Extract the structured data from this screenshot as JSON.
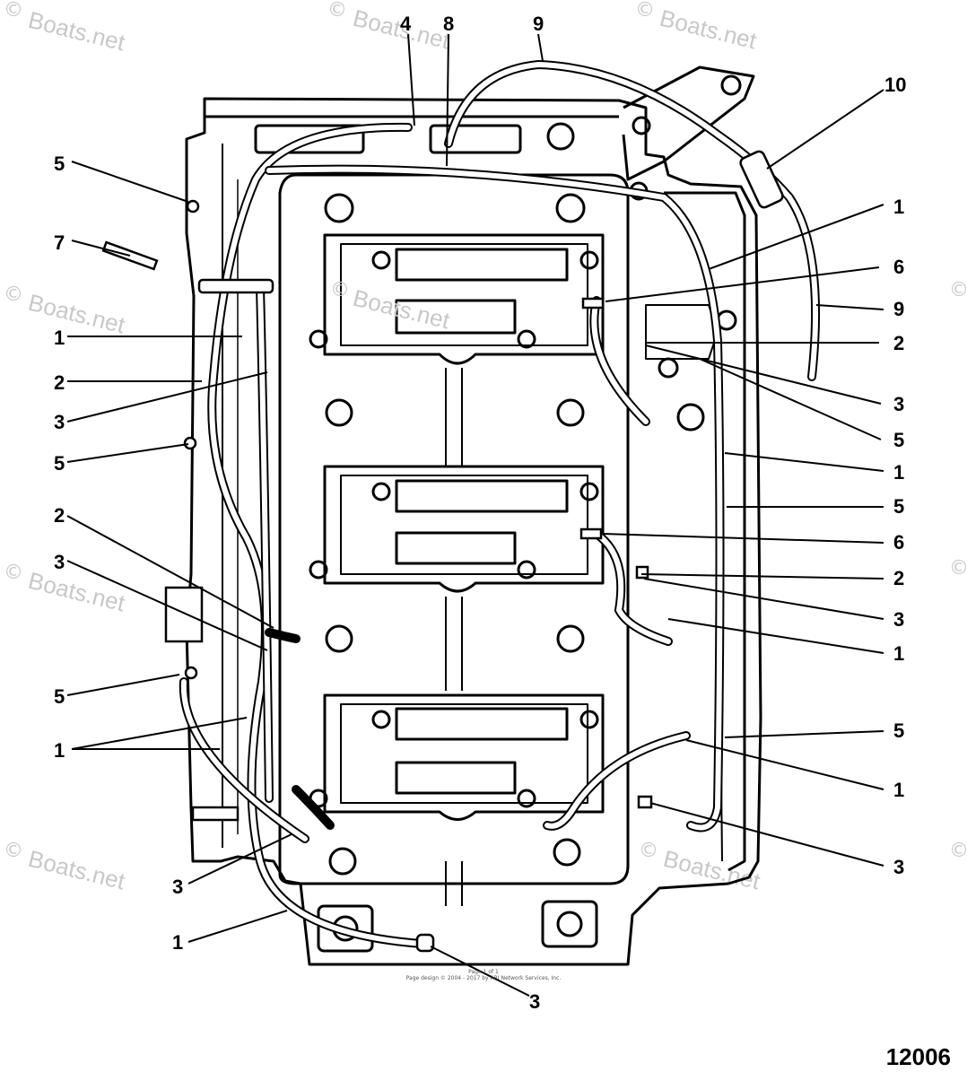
{
  "diagram": {
    "figure_number": "12006",
    "watermark": "Boats.net",
    "footer_line1": "Page 1 of 1",
    "footer_line2": "Page design © 2004 - 2017 by ARI Network Services, Inc.",
    "callouts": [
      "4",
      "8",
      "9",
      "10",
      "5",
      "7",
      "1",
      "1",
      "6",
      "9",
      "2",
      "2",
      "3",
      "3",
      "5",
      "5",
      "1",
      "5",
      "6",
      "2",
      "2",
      "3",
      "3",
      "1",
      "5",
      "1",
      "5",
      "1",
      "3",
      "3",
      "1",
      "3"
    ]
  }
}
